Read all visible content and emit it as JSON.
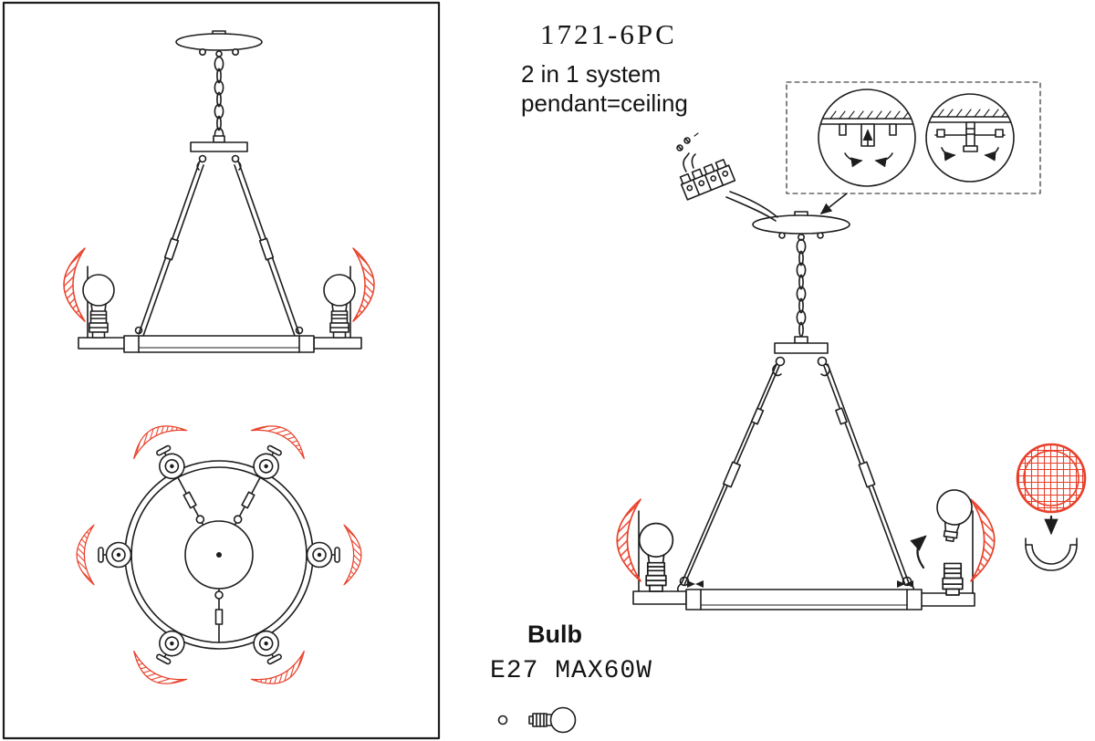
{
  "header": {
    "model": "1721-6PC",
    "system_line1": "2 in 1 system",
    "system_line2": "pendant=ceiling"
  },
  "bulb": {
    "label": "Bulb",
    "spec": "E27 MAX60W"
  },
  "colors": {
    "line": "#1d1d1d",
    "accent_red": "#e8402a",
    "background": "#ffffff"
  },
  "diagram": {
    "panel_views": [
      "side-elevation",
      "top-plan"
    ],
    "inset_views": [
      "ceiling-mount-detail-a",
      "ceiling-mount-detail-b"
    ]
  }
}
